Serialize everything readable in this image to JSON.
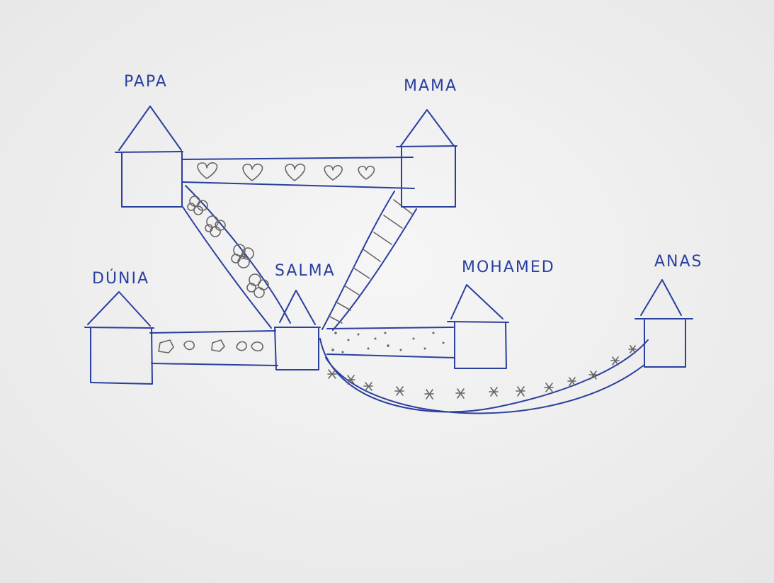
{
  "diagram": {
    "paper_color": "#f3f3f3",
    "ink_color": "#2a3f9e",
    "pencil_color": "#666666",
    "people": [
      {
        "id": "papa",
        "label": "PAPA"
      },
      {
        "id": "mama",
        "label": "MAMA"
      },
      {
        "id": "dunia",
        "label": "DÚNIA"
      },
      {
        "id": "salma",
        "label": "SALMA"
      },
      {
        "id": "mohamed",
        "label": "MOHAMED"
      },
      {
        "id": "anas",
        "label": "ANAS"
      }
    ],
    "bridges": [
      {
        "from": "papa",
        "to": "mama",
        "pattern": "hearts-icon"
      },
      {
        "from": "papa",
        "to": "salma",
        "pattern": "flowers-icon"
      },
      {
        "from": "mama",
        "to": "salma",
        "pattern": "ladder-rungs-icon"
      },
      {
        "from": "dunia",
        "to": "salma",
        "pattern": "stones-icon"
      },
      {
        "from": "salma",
        "to": "mohamed",
        "pattern": "dots-icon"
      },
      {
        "from": "salma",
        "to": "anas",
        "pattern": "stars-icon"
      }
    ]
  }
}
